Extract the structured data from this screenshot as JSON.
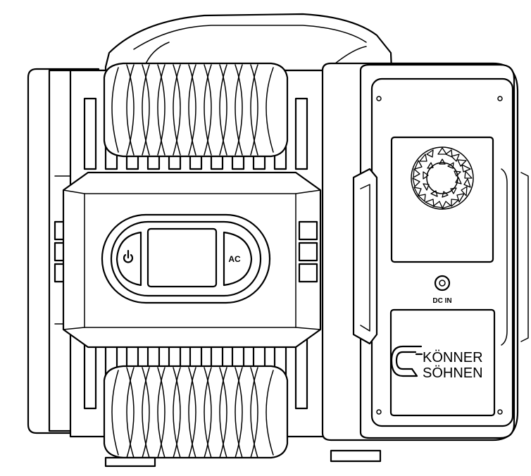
{
  "product": {
    "brand_line1": "KÖNNER",
    "brand_line2": "SÖHNEN",
    "brand_logo": "ks-monogram-logo"
  },
  "control_panel": {
    "power_button_icon": "power-icon",
    "ac_button_label": "AC"
  },
  "side_panel": {
    "port_label": "DC IN",
    "fan_icon": "fan-grille"
  }
}
